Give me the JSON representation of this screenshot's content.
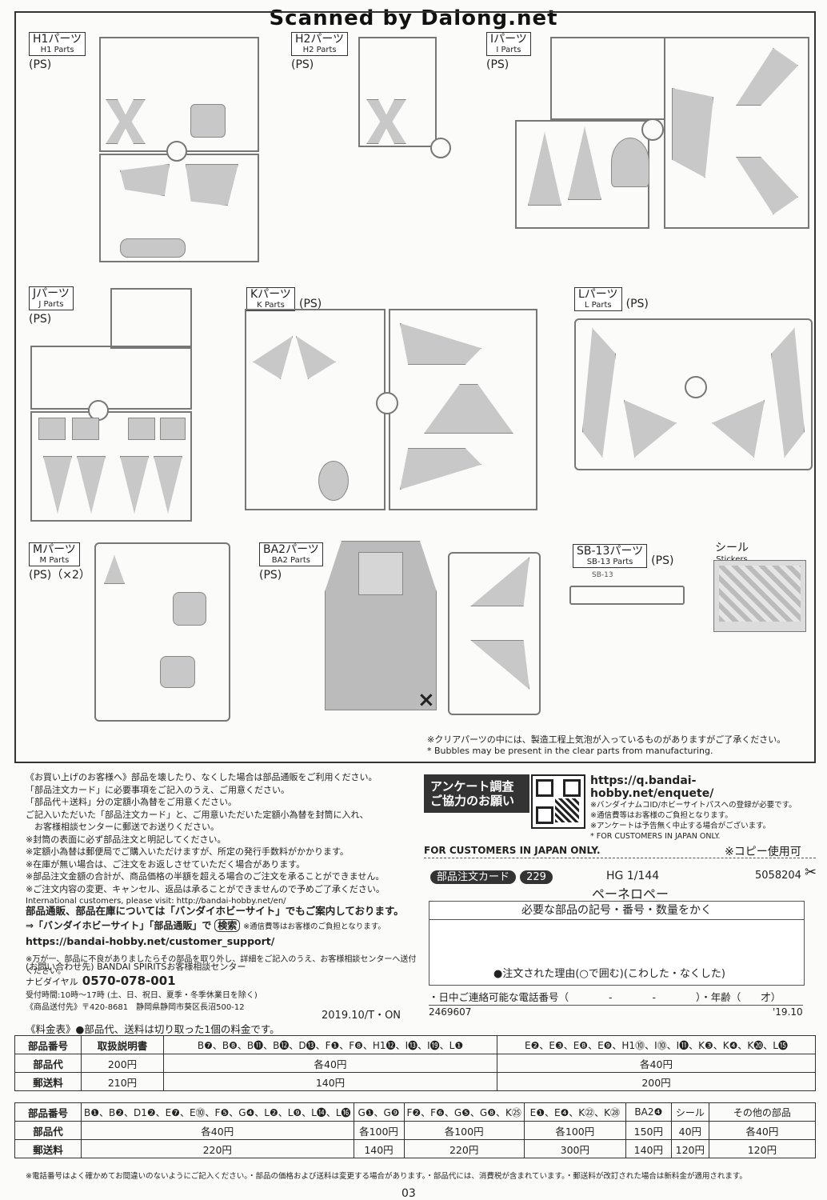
{
  "header": {
    "scanned": "Scanned by Dalong.net"
  },
  "parts": [
    {
      "id": "h1",
      "name": "H1パーツ",
      "sub": "H1 Parts",
      "ps": "(PS)"
    },
    {
      "id": "h2",
      "name": "H2パーツ",
      "sub": "H2 Parts",
      "ps": "(PS)"
    },
    {
      "id": "i",
      "name": "Iパーツ",
      "sub": "I Parts",
      "ps": "(PS)"
    },
    {
      "id": "j",
      "name": "Jパーツ",
      "sub": "J Parts",
      "ps": "(PS)"
    },
    {
      "id": "k",
      "name": "Kパーツ",
      "sub": "K Parts",
      "ps": "(PS)"
    },
    {
      "id": "l",
      "name": "Lパーツ",
      "sub": "L Parts",
      "ps": "(PS)"
    },
    {
      "id": "m",
      "name": "Mパーツ",
      "sub": "M Parts",
      "ps": "(PS)（×2）"
    },
    {
      "id": "ba2",
      "name": "BA2パーツ",
      "sub": "BA2 Parts",
      "ps": "(PS)"
    },
    {
      "id": "sb13",
      "name": "SB-13パーツ",
      "sub": "SB-13 Parts",
      "ps": "(PS)"
    }
  ],
  "stickers": {
    "name": "シール",
    "sub": "Stickers"
  },
  "runner_marks": {
    "sb13_tag": "SB-13",
    "cross": "×"
  },
  "clear_note": {
    "jp": "※クリアパーツの中には、製造工程上気泡が入っているものがありますがご了承ください。",
    "en": "* Bubbles may be present in the clear parts from manufacturing."
  },
  "customer_notes": [
    "《お買い上げのお客様へ》部品を壊したり、なくした場合は部品通販をご利用ください。",
    "「部品注文カード」に必要事項をご記入のうえ、ご用意ください。",
    "「部品代＋送料」分の定額小為替をご用意ください。",
    "ご記入いただいた「部品注文カード」と、ご用意いただいた定額小為替を封筒に入れ、",
    "　お客様相談センターに郵送でお送りください。",
    "※封筒の表面に必ず部品注文と明記してください。",
    "※定額小為替は郵便局でご購入いただけますが、所定の発行手数料がかかります。",
    "※在庫が無い場合は、ご注文をお返しさせていただく場合があります。",
    "※部品注文金額の合計が、商品価格の半額を超える場合のご注文を承ることができません。",
    "※ご注文内容の変更、キャンセル、返品は承ることができませんので予めご了承ください。",
    "International customers, please visit: http://bandai-hobby.net/en/"
  ],
  "hobby_site": {
    "line1": "部品通販、部品在庫については「バンダイホビーサイト」でもご案内しております。",
    "line2a": "⇒「バンダイホビーサイト」「部品通販」で",
    "search": "検索",
    "line2b": "※通信費等はお客様のご負担となります。",
    "url": "https://bandai-hobby.net/customer_support/",
    "note": "※万が一、部品に不良がありましたらその部品を取り外し、詳細をご記入のうえ、お客様相談センターへ送付ください。"
  },
  "contact": {
    "label": "(お問い合わせ先) BANDAI SPIRITSお客様相談センター",
    "dial_label": "ナビダイヤル",
    "dial": "0570-078-001",
    "hours": "受付時間:10時〜17時 (土、日、祝日、夏季・冬季休業日を除く)",
    "address": "《商品送付先》〒420-8681　静岡県静岡市葵区長沼500-12",
    "date": "2019.10/T・ON"
  },
  "enquete": {
    "title1": "アンケート調査",
    "title2": "ご協力のお願い",
    "url": "https://q.bandai-hobby.net/enquete/",
    "n1": "※バンダイナムコID/ホビーサイトパスへの登録が必要です。",
    "n2": "※通信費等はお客様のご負担となります。",
    "n3": "※アンケートは予告無く中止する場合がございます。",
    "n4": "* FOR CUSTOMERS IN JAPAN ONLY."
  },
  "japan_only": "FOR CUSTOMERS IN JAPAN ONLY.",
  "copy_ok": "※コピー使用可",
  "card": {
    "title": "部品注文カード",
    "no": "229",
    "grade": "HG 1/144",
    "product": "ペーネロペー",
    "code": "5058204",
    "need": "必要な部品の記号・番号・数量をかく",
    "reason": "●注文された理由(○で囲む)(こわした・なくした)",
    "phone": "・日中ご連絡可能な電話番号（　　　　-　　　　-　　　　）・年齢（　　才）",
    "id": "2469607",
    "ver": "'19.10"
  },
  "fees": {
    "heading": "《料金表》●部品代、送料は切り取った1個の料金です。",
    "h_part": "部品番号",
    "h_price": "部品代",
    "h_ship": "郵送料",
    "manual": "取扱説明書",
    "r1": {
      "manual_price": "200円",
      "manual_ship": "210円",
      "g1": "B❼、B❽、B⓫、B⓬、D⓭、F❶、F❽、H1⓬、I⓭、I⓳、L❶",
      "g1_price": "各40円",
      "g1_ship": "140円",
      "g2": "E❷、E❸、E❽、E❾、H1⓾、I⓾、I⓫、K❸、K❹、K⓴、L⓯",
      "g2_price": "各40円",
      "g2_ship": "200円"
    },
    "r2": {
      "g1": "B❶、B❷、D1❷、E❼、E⓾、F❺、G❹、L❷、L❾、L⓮、L⓰",
      "g1_price": "各40円",
      "g1_ship": "220円",
      "g2": "G❶、G❾",
      "g2_price": "各100円",
      "g2_ship": "140円",
      "g3": "F❷、F❻、G❺、G❽、K㉕",
      "g3_price": "各100円",
      "g3_ship": "220円",
      "g4": "E❶、E❹、K㉒、K㉘",
      "g4_price": "各100円",
      "g4_ship": "300円",
      "g5": "BA2❹",
      "g5_price": "150円",
      "g5_ship": "140円",
      "g6": "シール",
      "g6_price": "40円",
      "g6_ship": "120円",
      "g7": "その他の部品",
      "g7_price": "各40円",
      "g7_ship": "120円"
    },
    "footer": "※電話番号はよく確かめてお間違いのないようにご記入ください。・部品の価格および送料は変更する場合があります。・部品代には、消費税が含まれています。・郵送料が改訂された場合は新料金が適用されます。"
  },
  "page_no": "03"
}
